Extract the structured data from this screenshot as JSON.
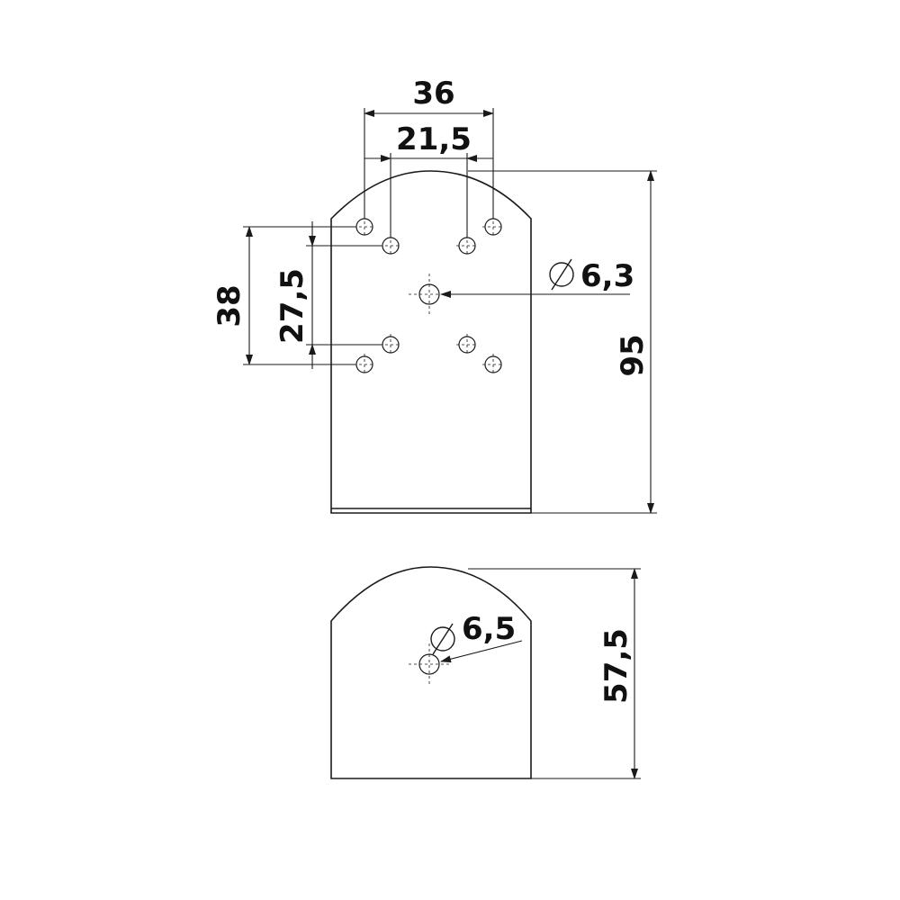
{
  "front_view": {
    "dim_width_outer": "36",
    "dim_width_inner": "21,5",
    "dim_height_outer": "38",
    "dim_height_inner": "27,5",
    "dim_center_hole": "6,3",
    "dim_total_height": "95"
  },
  "side_view": {
    "dim_hole": "6,5",
    "dim_height": "57,5"
  },
  "colors": {
    "line": "#1a1a1a",
    "background": "#ffffff"
  }
}
